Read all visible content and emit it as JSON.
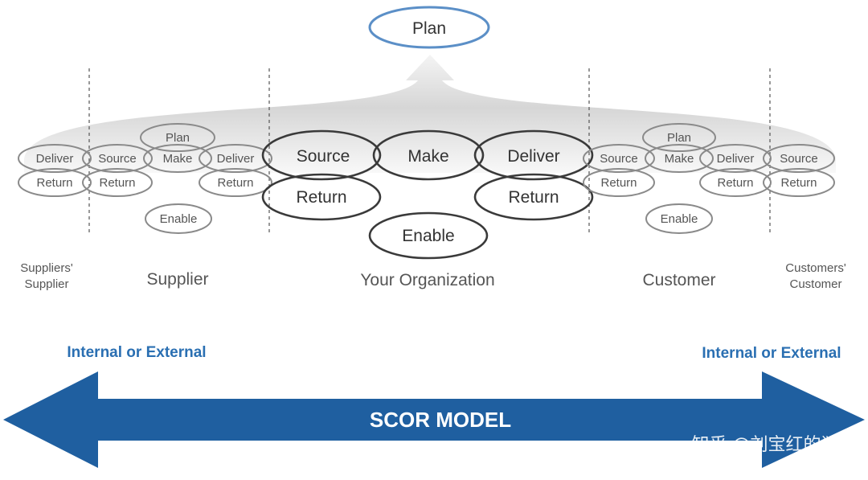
{
  "diagram": {
    "top_plan": "Plan",
    "supplier_processes": {
      "plan": "Plan",
      "source": "Source",
      "make": "Make",
      "deliver": "Deliver",
      "return_source": "Return",
      "return_deliver": "Return",
      "enable": "Enable"
    },
    "organization_processes": {
      "source": "Source",
      "make": "Make",
      "deliver": "Deliver",
      "return_source": "Return",
      "return_deliver": "Return",
      "enable": "Enable"
    },
    "customer_processes": {
      "plan": "Plan",
      "source": "Source",
      "make": "Make",
      "deliver": "Deliver",
      "return_source": "Return",
      "return_deliver": "Return",
      "enable": "Enable"
    },
    "suppliers_supplier_processes": {
      "deliver": "Deliver",
      "return": "Return"
    },
    "customers_customer_processes": {
      "source": "Source",
      "return": "Return"
    },
    "columns": {
      "suppliers_supplier_line1": "Suppliers'",
      "suppliers_supplier_line2": "Supplier",
      "supplier": "Supplier",
      "your_organization": "Your Organization",
      "customer": "Customer",
      "customers_customer_line1": "Customers'",
      "customers_customer_line2": "Customer"
    },
    "left_label": "Internal or External",
    "right_label": "Internal or External",
    "arrow_label": "SCOR MODEL",
    "watermark": "知乎 @刘宝红的谜"
  },
  "colors": {
    "arrow_blue": "#1f5fa0",
    "label_blue": "#2a6fb2",
    "plan_outline": "#5b8fc7",
    "gray_band": "#cfcfcf"
  }
}
